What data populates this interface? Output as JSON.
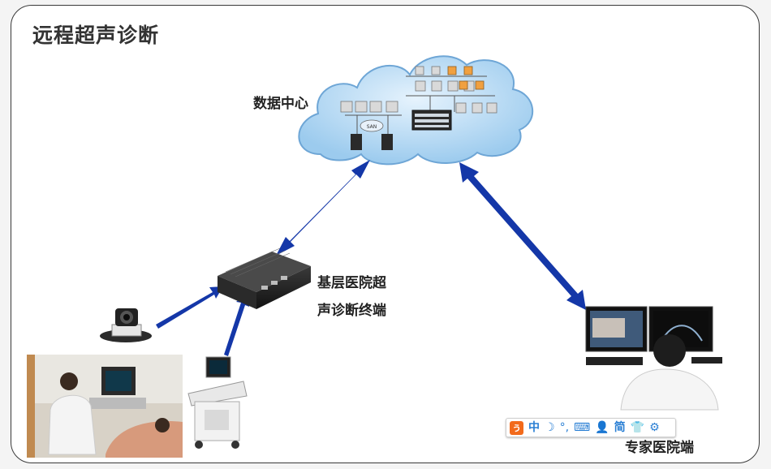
{
  "title": "远程超声诊断",
  "nodes": {
    "data_center": "数据中心",
    "terminal_line1": "基层医院超",
    "terminal_line2": "声诊断终端",
    "expert": "专家医院端"
  },
  "cloud_tag": "SAN",
  "ime_toolbar": {
    "logo": "ぅ",
    "mode": "中",
    "moon": "☽",
    "punct": "°,",
    "keyboard": "⌨",
    "user": "👤",
    "simplified": "简",
    "skin": "👕",
    "settings": "⚙"
  },
  "colors": {
    "arrow": "#1437a8",
    "cloud": "#bfdcf4",
    "cloud_edge": "#6ea6d6"
  }
}
